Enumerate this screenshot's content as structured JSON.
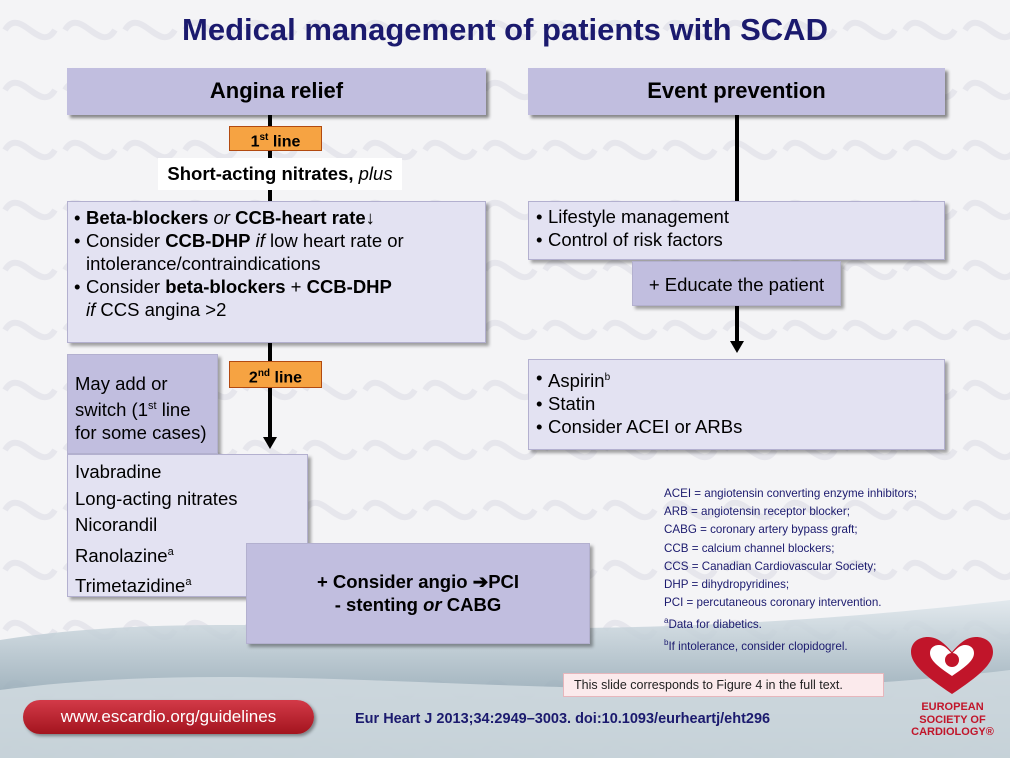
{
  "title": "Medical management of patients with SCAD",
  "left_header": "Angina relief",
  "right_header": "Event prevention",
  "first_line": {
    "num": "1",
    "sup": "st",
    "label": "line"
  },
  "second_line": {
    "num": "2",
    "sup": "nd",
    "label": "line"
  },
  "short_acting": {
    "text": "Short-acting nitrates,",
    "em": "plus"
  },
  "beta_box": {
    "b1_bold1": "Beta-blockers",
    "b1_or": "or",
    "b1_bold2": "CCB-heart rate↓",
    "b2_pre": "Consider",
    "b2_bold": "CCB-DHP",
    "b2_if": "if",
    "b2_rest": " low heart rate or",
    "b2_line2": "intolerance/contraindications",
    "b3_pre": "Consider",
    "b3_bold1": "beta-blockers",
    "b3_plus": "+",
    "b3_bold2": "CCB-DHP",
    "b3_if": "if",
    "b3_rest": "CCS angina >2"
  },
  "may_add": {
    "line1": "May add or",
    "line2_pre": "switch (1",
    "line2_sup": "st",
    "line2_post": " line",
    "line3": "for some cases)"
  },
  "drugs": [
    {
      "name": "Ivabradine",
      "sup": ""
    },
    {
      "name": "Long-acting nitrates",
      "sup": ""
    },
    {
      "name": "Nicorandil",
      "sup": ""
    },
    {
      "name": "Ranolazine",
      "sup": "a"
    },
    {
      "name": "Trimetazidine",
      "sup": "a"
    }
  ],
  "consider_box": {
    "line1_a": "+ Consider angio ",
    "arrow": "➔",
    "line1_b": "PCI",
    "line2_a": "- stenting ",
    "line2_or": "or",
    "line2_b": " CABG"
  },
  "lifestyle": [
    "Lifestyle management",
    "Control of risk factors"
  ],
  "educate": "+ Educate the patient",
  "prevention": {
    "aspirin": "Aspirin",
    "aspirin_sup": "b",
    "statin": "Statin",
    "acei": "Consider ACEI or ARBs"
  },
  "notes": [
    {
      "sup": "",
      "text": "ACEI = angiotensin converting enzyme inhibitors;"
    },
    {
      "sup": "",
      "text": "ARB = angiotensin receptor blocker;"
    },
    {
      "sup": "",
      "text": "CABG = coronary artery bypass graft;"
    },
    {
      "sup": "",
      "text": "CCB = calcium channel blockers;"
    },
    {
      "sup": "",
      "text": "CCS = Canadian Cardiovascular Society;"
    },
    {
      "sup": "",
      "text": "DHP = dihydropyridines;"
    },
    {
      "sup": "",
      "text": "PCI = percutaneous coronary intervention."
    },
    {
      "sup": "a",
      "text": "Data for diabetics."
    },
    {
      "sup": "b",
      "text": "If intolerance, consider clopidogrel."
    }
  ],
  "corresponds": "This slide corresponds to Figure 4 in the full text.",
  "url": "www.escardio.org/guidelines",
  "citation": "Eur Heart J  2013;34:2949–3003. doi:10.1093/eurheartj/eht296",
  "logo": {
    "line1": "EUROPEAN",
    "line2": "SOCIETY OF",
    "line3": "CARDIOLOGY®",
    "icon": "heart-logo-icon"
  },
  "colors": {
    "title": "#1b1a6e",
    "box_dark": "#c1bedf",
    "box_light": "#e3e2f2",
    "line_tag": "#f6a342",
    "brand_red": "#c1152a"
  }
}
